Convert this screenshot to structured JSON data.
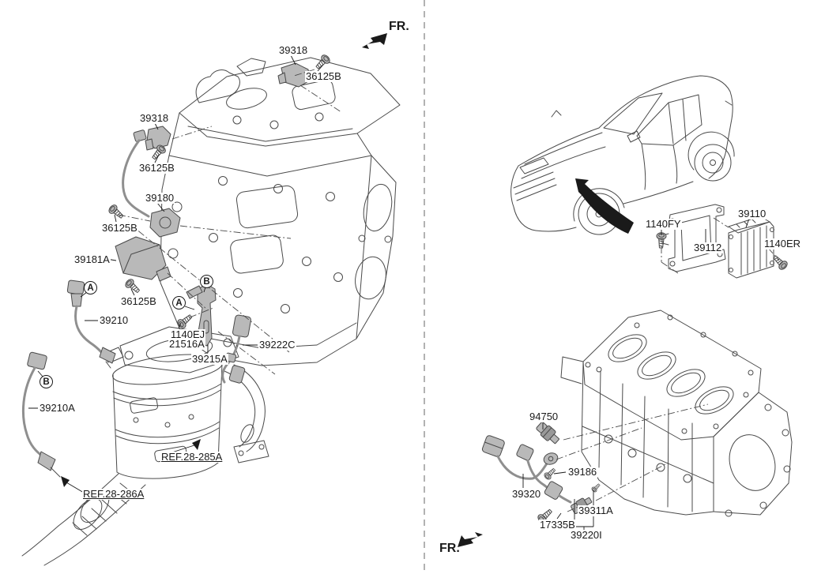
{
  "colors": {
    "ink": "#1a1a1a",
    "line": "#4a4a4a",
    "cable": "#8f8f8f",
    "partFill": "#b9b9b9",
    "partFillDark": "#999999",
    "bg": "#ffffff"
  },
  "orientation": {
    "front_top": "FR.",
    "front_bottom": "FR."
  },
  "callouts": {
    "a": "A",
    "b": "B"
  },
  "left_panel": {
    "part_labels": [
      "39318",
      "36125B",
      "39318",
      "36125B",
      "39180",
      "36125B",
      "39181A",
      "36125B",
      "39210",
      "1140EJ",
      "21516A",
      "39215A",
      "39222C",
      "39210A"
    ],
    "ref_labels": [
      "REF.28-285A",
      "REF.28-286A"
    ]
  },
  "right_panel": {
    "part_labels": [
      "1140FY",
      "39112",
      "39110",
      "1140ER",
      "94750",
      "39186",
      "39320",
      "39311A",
      "17335B",
      "39220I"
    ]
  }
}
